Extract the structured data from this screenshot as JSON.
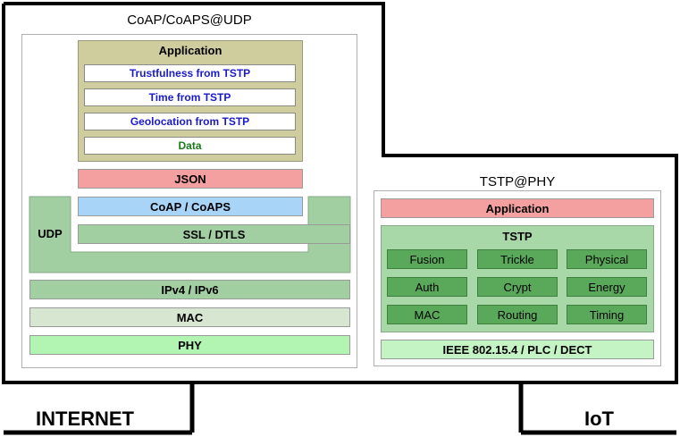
{
  "left_stack": {
    "title": "CoAP/CoAPS@UDP",
    "application": {
      "title": "Application",
      "items": [
        "Trustfulness from TSTP",
        "Time from TSTP",
        "Geolocation from TSTP",
        "Data"
      ]
    },
    "json": "JSON",
    "coap": "CoAP / CoAPS",
    "ssl": "SSL / DTLS",
    "udp": "UDP",
    "ip": "IPv4 / IPv6",
    "mac": "MAC",
    "phy": "PHY"
  },
  "right_stack": {
    "title": "TSTP@PHY",
    "application": "Application",
    "tstp": {
      "title": "TSTP",
      "cells": [
        "Fusion",
        "Trickle",
        "Physical",
        "Auth",
        "Crypt",
        "Energy",
        "MAC",
        "Routing",
        "Timing"
      ]
    },
    "ieee": "IEEE 802.15.4 / PLC / DECT"
  },
  "bottom_labels": {
    "internet": "INTERNET",
    "iot": "IoT"
  },
  "colors": {
    "app_box": "#cfcc9e",
    "sub_text_blue": "#1a1acc",
    "sub_text_green": "#1a7a1a",
    "json": "#f4a0a0",
    "coap": "#a8d4f8",
    "udp": "#a2cfa2",
    "ip": "#a2cfa2",
    "mac": "#d6e6d0",
    "phy": "#b2f4b2",
    "tstp_box": "#a8d8a8",
    "tstp_cell": "#5aa85a",
    "ieee": "#c4f4c4"
  }
}
